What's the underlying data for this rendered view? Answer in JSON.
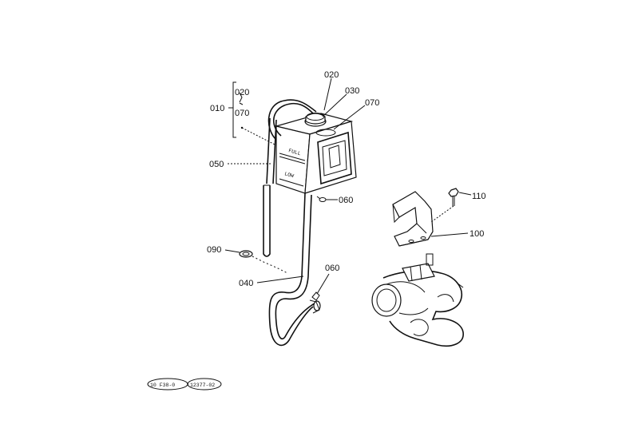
{
  "callouts": {
    "p010": "010",
    "p020_group": "020",
    "p070_group": "070",
    "p020": "020",
    "p030": "030",
    "p070": "070",
    "p050": "050",
    "p060_top": "060",
    "p090": "090",
    "p040": "040",
    "p060_bottom": "060",
    "p110": "110",
    "p100": "100"
  },
  "tank_labels": {
    "full": "FULL",
    "low": "LOW"
  },
  "reference": {
    "code_a": "10 F38-0",
    "code_b": "12377-02"
  }
}
